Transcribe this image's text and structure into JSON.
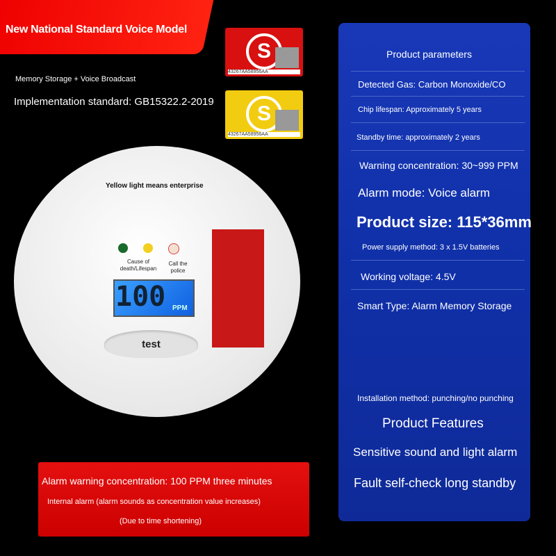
{
  "header": {
    "title": "New National Standard Voice Model",
    "subtitle": "Memory Storage + Voice Broadcast",
    "standard": "Implementation standard: GB15322.2-2019"
  },
  "labels": {
    "code": "43267AA58956AA"
  },
  "device": {
    "top_text": "Yellow light means enterprise",
    "led_labels": [
      "Cause of death/Lifespan",
      "Call the police"
    ],
    "lcd_value": "100",
    "lcd_unit": "PPM",
    "test_button": "test"
  },
  "parameters": {
    "heading": "Product parameters",
    "items": [
      "Detected Gas: Carbon Monoxide/CO",
      "Chip lifespan: Approximately 5 years",
      "Standby time: approximately 2 years",
      "Warning concentration: 30~999 PPM",
      "Alarm mode: Voice alarm",
      "Product size: 115*36mm",
      "Power supply method: 3 x 1.5V batteries",
      "Working voltage: 4.5V",
      "Smart Type: Alarm Memory Storage",
      "Installation method: punching/no punching"
    ]
  },
  "features": {
    "heading": "Product Features",
    "items": [
      "Sensitive sound and light alarm",
      "Fault self-check long standby"
    ]
  },
  "bottom": {
    "line1": "Alarm warning concentration: 100 PPM three minutes",
    "line2": "Internal alarm (alarm sounds as concentration value increases)",
    "line3": "(Due to time shortening)"
  }
}
